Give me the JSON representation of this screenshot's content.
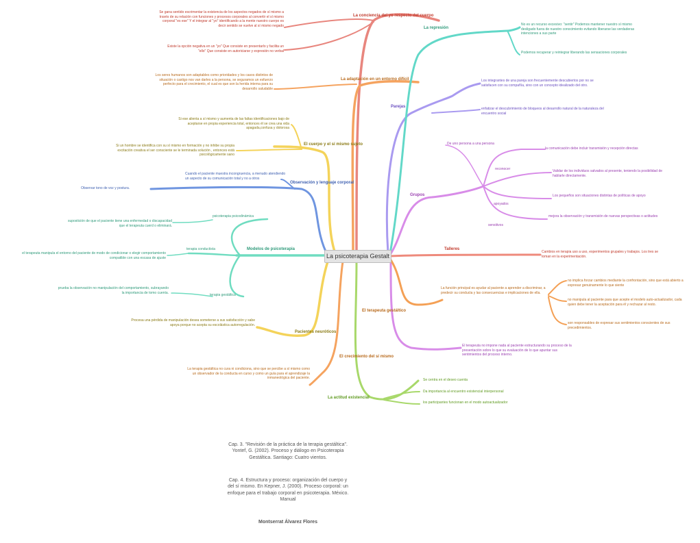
{
  "center": {
    "label": "La psicoterapia Gestalt"
  },
  "colors": {
    "red": "#e8867e",
    "orange": "#f5a35f",
    "yellow": "#f4d35a",
    "blue": "#6f95e0",
    "green": "#6fdcc0",
    "lime": "#a8d86a",
    "teal": "#62d8c8",
    "purple": "#a99af0",
    "magenta": "#e29ae8",
    "salmon": "#ee8a7c",
    "amber": "#f4a055",
    "violet": "#d88ce8",
    "text_red": "#c0392b",
    "text_orange": "#b86a1c",
    "text_olive": "#8a7a14",
    "text_blue": "#3d5fb0",
    "text_green": "#2e9a7a",
    "text_purple": "#6a4fc0",
    "text_violet": "#9a3fb0",
    "text_lime": "#5f9a20"
  },
  "branches": {
    "conciencia": {
      "title": "La conciencia del yo respecto del cuerpo",
      "note1": "Se gana sentido escrimentar la existencia de los aspectos negados de sí mismo a través de su relación con funciones y procesos corporales al convertir el sí mismo corporal \"es ese\" Y el integrar al \"yo\" identificando a la mente nuestro cuerpo es decir sentido se vuelve al sí mismo negado",
      "note2": "Existe la opción negativa en un \"yo\" Que consiste en presentarlo y facilita un \"ello\" Que consiste en autoriciarse y expresión no verbal"
    },
    "adaptacion": {
      "title": "La adaptación en un entorno difícil",
      "note": "Los seres humanos son adaptables como prioridades y los casos distintos de situación o castigo nos van darles a la persona, se seguramos un esfuerzo perfecto para el crecimiento, el cual es que son la herida interna para su desarrollo saludable"
    },
    "cuerpo": {
      "title": "El cuerpo y el sí mismo sujeto",
      "note1": "Si ese alienta a sí mismo y aumenta de las faltas identificaciones bajo de aceptarse en propia experiencia total, entonces él se crea una vida apagada,confusa y dolorosa",
      "note2": "Si un hombre se identifica con su sí mismo en formación y no inhibe su propia excitación creativa el ser consciente se le terminada solución , entonces está psicológicamente sano"
    },
    "observacion": {
      "title": "Observación y lenguaje corporal",
      "note": "Cuando el paciente muestra incongruencia, a menudo atendiendo un aspecto de su comunicación total y no a otros",
      "side": "Observar tono de voz y postura."
    },
    "modelos": {
      "title": "Modelos de psicoterapia",
      "items": [
        {
          "label": "psicoterapia psicodinámica",
          "note": "supostición de que el paciente tiene una enfermedad o discapacidad que el terapeuta cuerd o eliminará."
        },
        {
          "label": "terapia conductista",
          "note": "el terapeuta manipula el entorno del paciente de modo de condicionar o elegir comportamiento compatible con una escasa de ajuste"
        },
        {
          "label": "terapia gestáltica",
          "note": "prueba la observación no manipulación del comportamiento, subrayando la importancia de tomo cuenta."
        }
      ]
    },
    "neuroticos": {
      "title": "Pacientes neuróticos",
      "note": "Procesa una pérdida de manipulación desea someterse a sus satisfacción y sabe apoya porque no acepta su escolástica autorregulación."
    },
    "asi_mismo": {
      "title": "El crecimiento del sí mismo",
      "note": "La terapia gestáltica no cura ni condiciona, sino que se percibe a sí mismo como un observador de la conducta en curso y como un guía para el aprendizaje la inmaneológica del paciente."
    },
    "actitud": {
      "title": "La actitud existencial",
      "items": [
        "Se centra en el deseo cuenta",
        "Da importancia al encuentro existencial interpersonal",
        "los participantes funcionan en el modo autoactualizador"
      ]
    },
    "terapeuta": {
      "title": "El terapeuta gestáltico",
      "intro": "La función principal es ayudar al paciente a aprender a discriminar, a predecir su conducta y las consecuencias e implicaciones de ella.",
      "items": [
        "no implica forzar cambios mediante la confrontación, sino que está abierto a expresar genuinamente lo que siente",
        "no manipula al paciente para que acepte el modelo auto-actualizador, cada quien debe tener la aceptación para él y rechazar al resto.",
        "son responsables de expresar sus sentimientos conscientes de sus precedimientos."
      ],
      "bottom": "El terapeuta no impone nada al paciente estructurando su proceso de la presentación sobre lo que su evaluación de lo que apuntar sus sentimientos del proceso interno."
    },
    "talleres": {
      "title": "Talleres",
      "note": "Cambios en terapia uso a uso, experimentos grupales y trabajos. Los tres se toman en la experimentación."
    },
    "grupos": {
      "title": "Grupos",
      "head": "De uno persona a una persona",
      "items": [
        {
          "label": "",
          "note": "la comunicación debe incluir transmisión y recepción directas"
        },
        {
          "label": "reconocer",
          "note": "Validar de los individuos salvados al presente, teniendo la posibilidad de hablarle directamente."
        },
        {
          "label": "apoyados",
          "note": "Los pequeños son situaciones distintas de políticas de apoyo"
        },
        {
          "label": "sensitivos",
          "note": "mejora la observación y transmisión de nuevas perspectivas o actitudes"
        }
      ]
    },
    "parejas": {
      "title": "Parejas",
      "note1": "Los integrantes de una pareja son frecuentemente descubiertos por no se satisfacen con su compañía, sino con un concepto idealizado del otro.",
      "note2": "enfatizar el descubrimiento de bloqueos al desarrollo natural de la naturaleza del encuentro social"
    },
    "represion": {
      "title": "La represión",
      "note1": "No es un recurso excesivo: \"sentir\" Podemos mantener nuestro sí mismo desligado fuera de nuestro conocimiento evitando liberarse las verdaderas intenciones a sus parte",
      "note2": "Podemos recuperar y reintegrar liberando las sensaciones corporales"
    }
  },
  "footer": {
    "ref1": "Cap. 3. \"Revisión de la práctica de la terapia gestáltica\". Yontef, G. (2002). Proceso y diálogo en Psicoterapia Gestáltica. Santiago: Cuatro vientos.",
    "ref2": "Cap. 4. Estructura y proceso: organización del cuerpo y del sí mismo. En Kepner, J. (2000). Proceso corporal: un enfoque para el trabajo corporal en psicoterapia. México. Manual",
    "author": "Montserrat Álvarez Flores"
  }
}
